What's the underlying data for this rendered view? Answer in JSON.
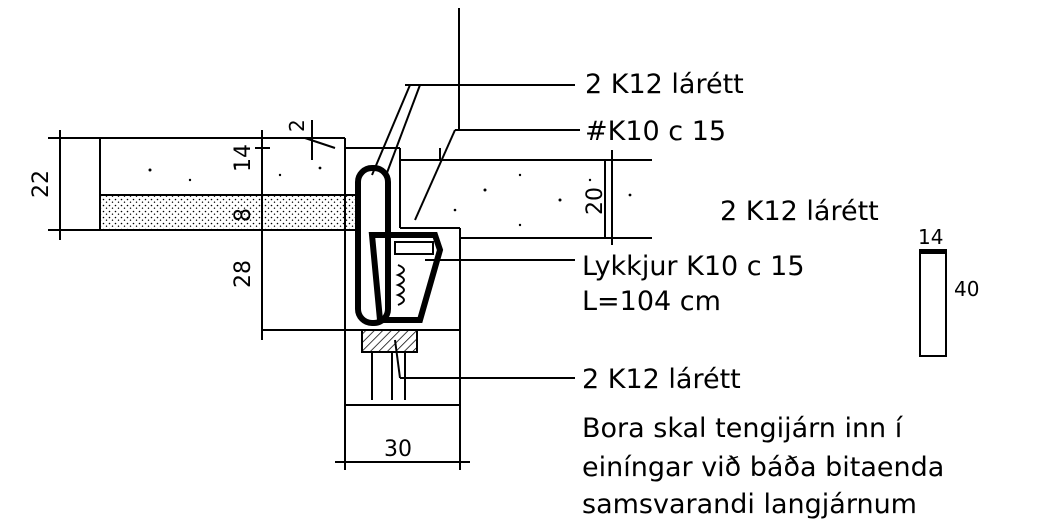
{
  "labels": {
    "top_bar": "2 K12 lárétt",
    "mesh": "#K10 c 15",
    "right_bar": "2 K12 lárétt",
    "loops_line1": "Lykkjur K10 c 15",
    "loops_line2": "L=104 cm",
    "bottom_bar": "2 K12 lárétt",
    "note_line1": "Bora skal tengijárn inn í",
    "note_line2": "einíngar við báða bitaenda",
    "note_line3": "samsvarandi langjárnum"
  },
  "dimensions": {
    "slab_total": "22",
    "slab_top": "14",
    "slab_bottom": "8",
    "joint_gap": "2",
    "slab_right": "20",
    "beam_height": "28",
    "beam_width": "30",
    "section_width": "14",
    "section_height": "40"
  },
  "colors": {
    "line": "#000000",
    "background": "#ffffff"
  }
}
